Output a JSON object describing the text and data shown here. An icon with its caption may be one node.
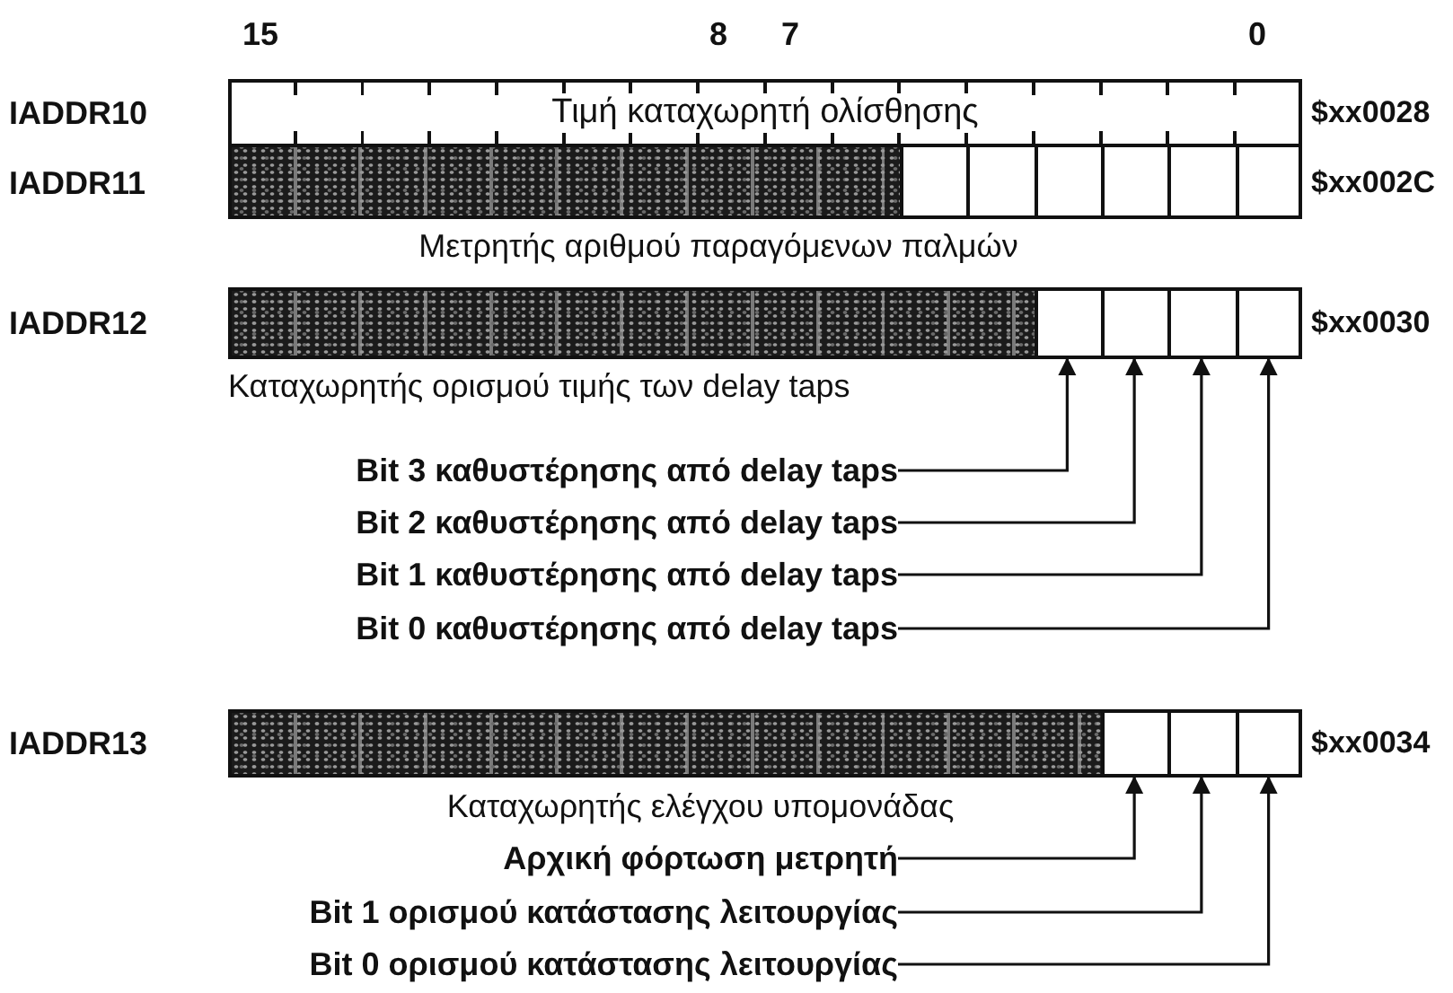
{
  "diagram": {
    "nodes": [
      {
        "text": [
          "Τιμή καταχωρητή ολίσθησης"
        ],
        "beside": [
          "IADDR10",
          "$xx0028"
        ]
      },
      {
        "text": [],
        "shape": "bar",
        "beside": [
          "IADDR11",
          "$xx002C"
        ]
      },
      {
        "text": [],
        "shape": "bar",
        "beside": [
          "IADDR12",
          "$xx0030"
        ]
      },
      {
        "text": [],
        "shape": "box",
        "in": 2
      },
      {
        "text": [],
        "shape": "box",
        "in": 2
      },
      {
        "text": [],
        "shape": "box",
        "in": 2
      },
      {
        "text": [],
        "shape": "box",
        "in": 2
      },
      {
        "text": [
          "Bit 3 καθυστέρησης από delay taps"
        ]
      },
      {
        "text": [
          "Bit 2 καθυστέρησης από delay taps"
        ]
      },
      {
        "text": [
          "Bit 1 καθυστέρησης από delay taps"
        ]
      },
      {
        "text": [
          "Bit 0 καθυστέρησης από delay taps"
        ]
      },
      {
        "text": [],
        "shape": "bar",
        "beside": [
          "IADDR13",
          "$xx0034"
        ]
      },
      {
        "text": [],
        "shape": "box",
        "in": 11
      },
      {
        "text": [],
        "shape": "box",
        "in": 11
      },
      {
        "text": [],
        "shape": "box",
        "in": 11
      },
      {
        "text": [
          "Αρχική φόρτωση μετρητή"
        ]
      },
      {
        "text": [
          "Bit 1 ορισμού κατάστασης λειτουργίας"
        ]
      },
      {
        "text": [
          "Bit 0 ορισμού κατάστασης λειτουργίας"
        ]
      }
    ],
    "edges": [
      {
        "from": 7,
        "to": 3,
        "arrow": "to"
      },
      {
        "from": 8,
        "to": 4,
        "arrow": "to"
      },
      {
        "from": 9,
        "to": 5,
        "arrow": "to"
      },
      {
        "from": 10,
        "to": 6,
        "arrow": "to"
      },
      {
        "from": 15,
        "to": 12,
        "arrow": "to"
      },
      {
        "from": 16,
        "to": 13,
        "arrow": "to"
      },
      {
        "from": 17,
        "to": 14,
        "arrow": "to"
      }
    ],
    "labels": [
      "15",
      "8",
      "7",
      "0",
      "Μετρητής αριθμού παραγόμενων παλμών",
      "Καταχωρητής ορισμού τιμής των delay taps",
      "Καταχωρητής ελέγχου υπομονάδας"
    ]
  }
}
